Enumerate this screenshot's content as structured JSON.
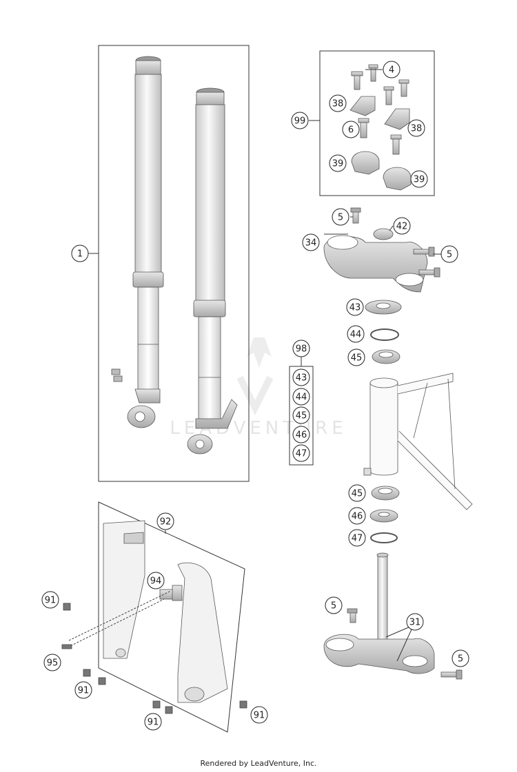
{
  "watermark": {
    "text": "LEADVENTURE",
    "color": "#e4e4e4"
  },
  "callouts": [
    {
      "id": "c1",
      "label": "1"
    },
    {
      "id": "c4",
      "label": "4"
    },
    {
      "id": "c99",
      "label": "99"
    },
    {
      "id": "c38a",
      "label": "38"
    },
    {
      "id": "c38b",
      "label": "38"
    },
    {
      "id": "c6",
      "label": "6"
    },
    {
      "id": "c39a",
      "label": "39"
    },
    {
      "id": "c39b",
      "label": "39"
    },
    {
      "id": "c5a",
      "label": "5"
    },
    {
      "id": "c42",
      "label": "42"
    },
    {
      "id": "c34",
      "label": "34"
    },
    {
      "id": "c5b",
      "label": "5"
    },
    {
      "id": "c43",
      "label": "43"
    },
    {
      "id": "c44",
      "label": "44"
    },
    {
      "id": "c45a",
      "label": "45"
    },
    {
      "id": "c98",
      "label": "98"
    },
    {
      "id": "c98_43",
      "label": "43"
    },
    {
      "id": "c98_44",
      "label": "44"
    },
    {
      "id": "c98_45",
      "label": "45"
    },
    {
      "id": "c98_46",
      "label": "46"
    },
    {
      "id": "c98_47",
      "label": "47"
    },
    {
      "id": "c45b",
      "label": "45"
    },
    {
      "id": "c46",
      "label": "46"
    },
    {
      "id": "c47",
      "label": "47"
    },
    {
      "id": "c92",
      "label": "92"
    },
    {
      "id": "c94",
      "label": "94"
    },
    {
      "id": "c91a",
      "label": "91"
    },
    {
      "id": "c95",
      "label": "95"
    },
    {
      "id": "c91b",
      "label": "91"
    },
    {
      "id": "c91c",
      "label": "91"
    },
    {
      "id": "c91d",
      "label": "91"
    },
    {
      "id": "c5c",
      "label": "5"
    },
    {
      "id": "c31",
      "label": "31"
    },
    {
      "id": "c5d",
      "label": "5"
    }
  ],
  "footer": {
    "text": "Rendered by LeadVenture, Inc."
  }
}
